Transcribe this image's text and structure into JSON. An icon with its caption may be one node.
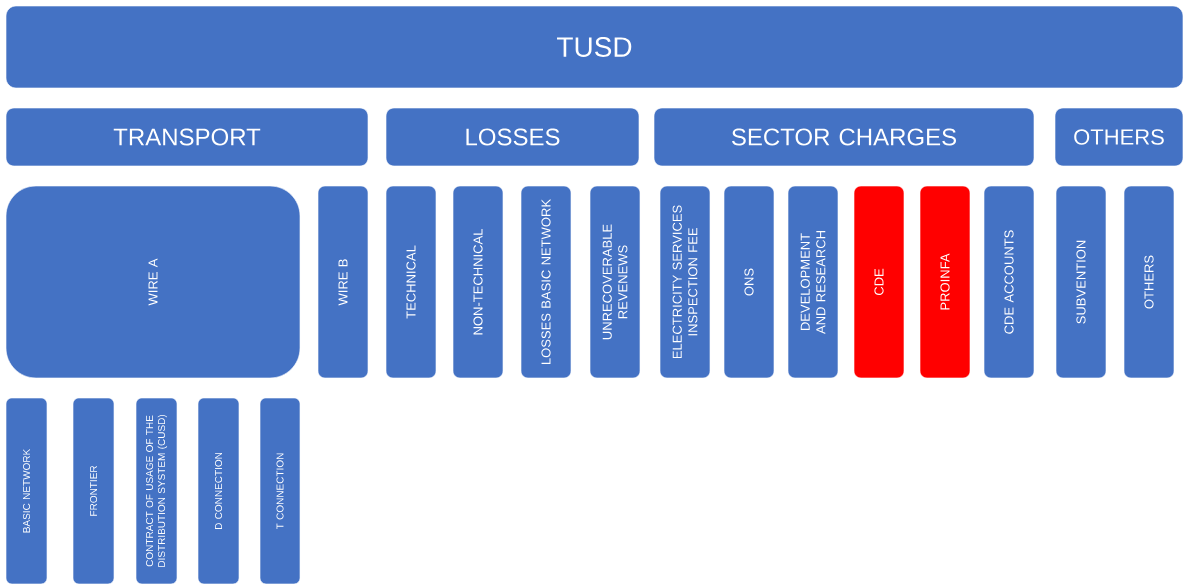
{
  "diagram": {
    "nodes": [
      {
        "text": [
          "TUSD"
        ]
      },
      {
        "text": [
          "TRANSPORT"
        ]
      },
      {
        "text": [
          "LOSSES"
        ]
      },
      {
        "text": [
          "SECTOR CHARGES"
        ]
      },
      {
        "text": [
          "OTHERS"
        ]
      },
      {
        "text": [
          "WIRE A"
        ]
      },
      {
        "text": [
          "WIRE B"
        ]
      },
      {
        "text": [
          "TECHNICAL"
        ]
      },
      {
        "text": [
          "NON-TECHNICAL"
        ]
      },
      {
        "text": [
          "LOSSES BASIC NETWORK"
        ]
      },
      {
        "text": [
          "UNRECOVERABLE REVENEWS"
        ]
      },
      {
        "text": [
          "ELECTRICITY SERVICES INSPECTION FEE"
        ]
      },
      {
        "text": [
          "ONS"
        ]
      },
      {
        "text": [
          "DEVELOPMENT AND RESEARCH"
        ]
      },
      {
        "text": [
          "CDE"
        ]
      },
      {
        "text": [
          "PROINFA"
        ]
      },
      {
        "text": [
          "CDE ACCOUNTS"
        ]
      },
      {
        "text": [
          "SUBVENTION"
        ]
      },
      {
        "text": [
          "OTHERS"
        ]
      },
      {
        "text": [
          "BASIC NETWORK"
        ]
      },
      {
        "text": [
          "FRONTIER"
        ]
      },
      {
        "text": [
          "CONTRACT OF USAGE OF THE DISTRIBUTION SYSTEM (CUSD)"
        ]
      },
      {
        "text": [
          "D CONNECTION"
        ]
      },
      {
        "text": [
          "T CONNECTION"
        ]
      }
    ]
  }
}
